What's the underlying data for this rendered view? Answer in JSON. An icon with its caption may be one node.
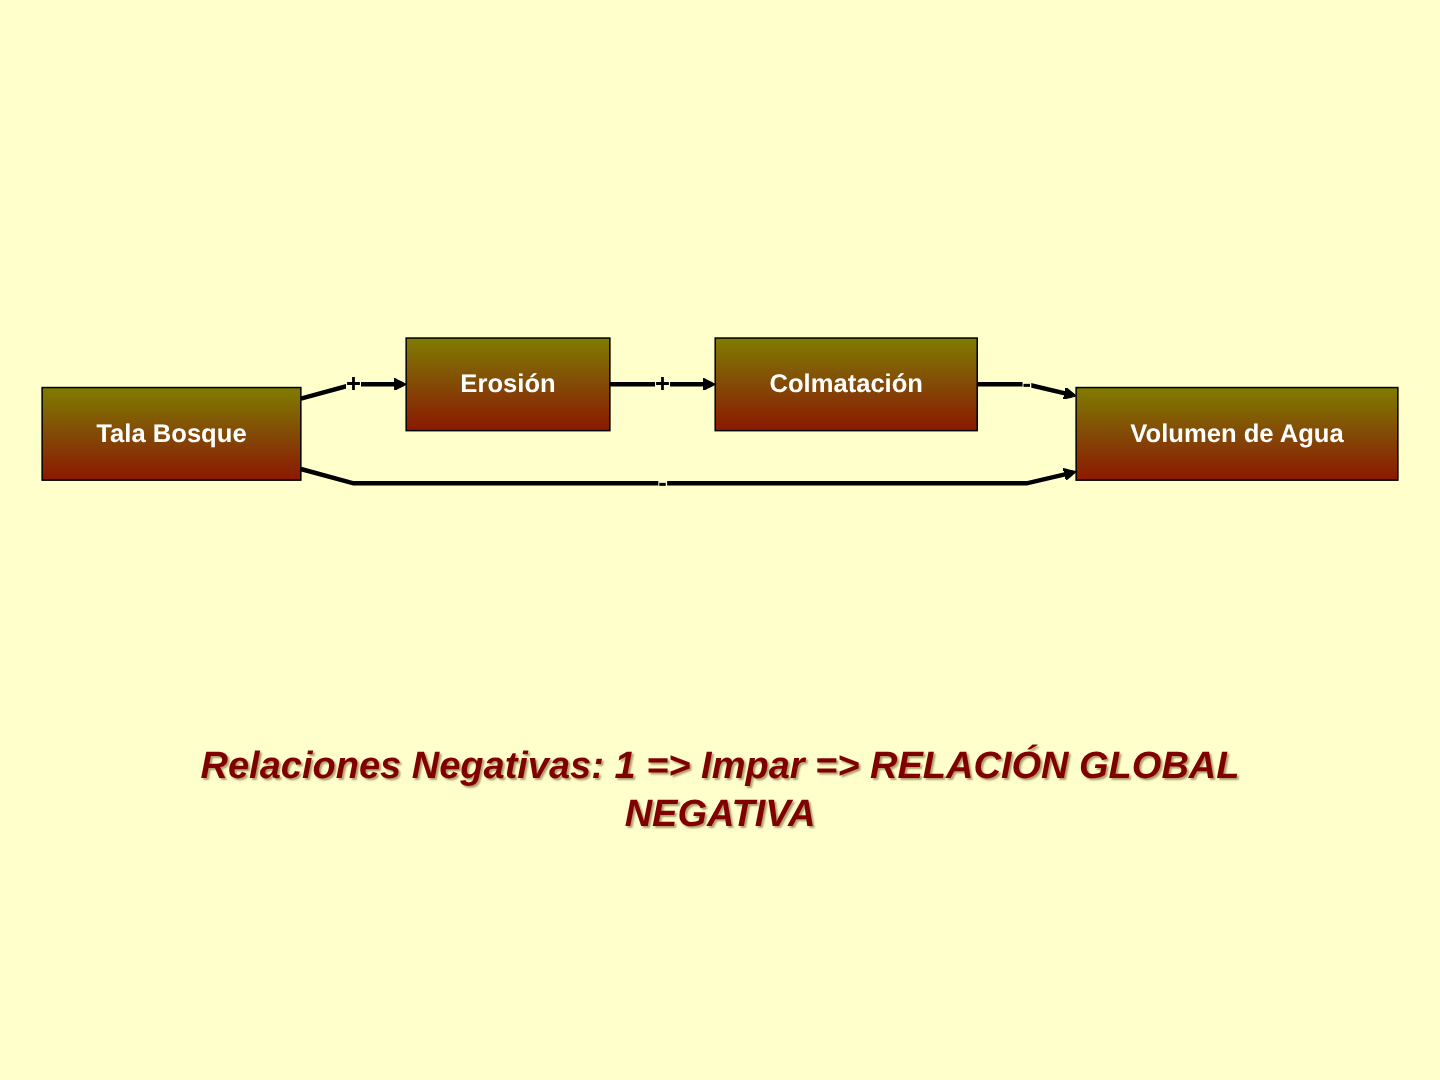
{
  "diagram": {
    "nodes": [
      {
        "text": [
          "Tala Bosque"
        ]
      },
      {
        "text": [
          "Erosión"
        ]
      },
      {
        "text": [
          "Colmatación"
        ]
      },
      {
        "text": [
          "Volumen de Agua"
        ]
      }
    ],
    "edges": [
      {
        "from": 0,
        "to": 1,
        "arrow": "to",
        "label": "+"
      },
      {
        "from": 1,
        "to": 2,
        "arrow": "to",
        "label": "+"
      },
      {
        "from": 2,
        "to": 3,
        "arrow": "to",
        "label": "-"
      },
      {
        "from": 0,
        "to": 3,
        "arrow": "to",
        "label": "-"
      }
    ],
    "caption": "Relaciones Negativas: 1 => Impar => RELACIÓN GLOBAL NEGATIVA"
  }
}
